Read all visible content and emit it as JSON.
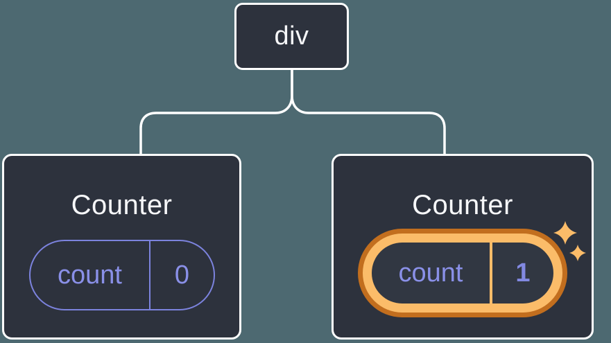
{
  "diagram": {
    "description": "Component tree: a div root with two Counter children; the second Counter's state was updated",
    "root": {
      "label": "div"
    },
    "counters": [
      {
        "title": "Counter",
        "state_key": "count",
        "state_value": "0",
        "highlighted": false
      },
      {
        "title": "Counter",
        "state_key": "count",
        "state_value": "1",
        "highlighted": true
      }
    ],
    "icons": {
      "highlight": "sparkles-icon"
    },
    "colors": {
      "background": "#4d6971",
      "node_background": "#2d323d",
      "node_border": "#ffffff",
      "connector": "#ffffff",
      "state_purple_text": "#8a90e8",
      "state_purple_border": "#7c83de",
      "highlight_orange_light": "#fbbc69",
      "highlight_orange_dark": "#c26e1e"
    }
  }
}
